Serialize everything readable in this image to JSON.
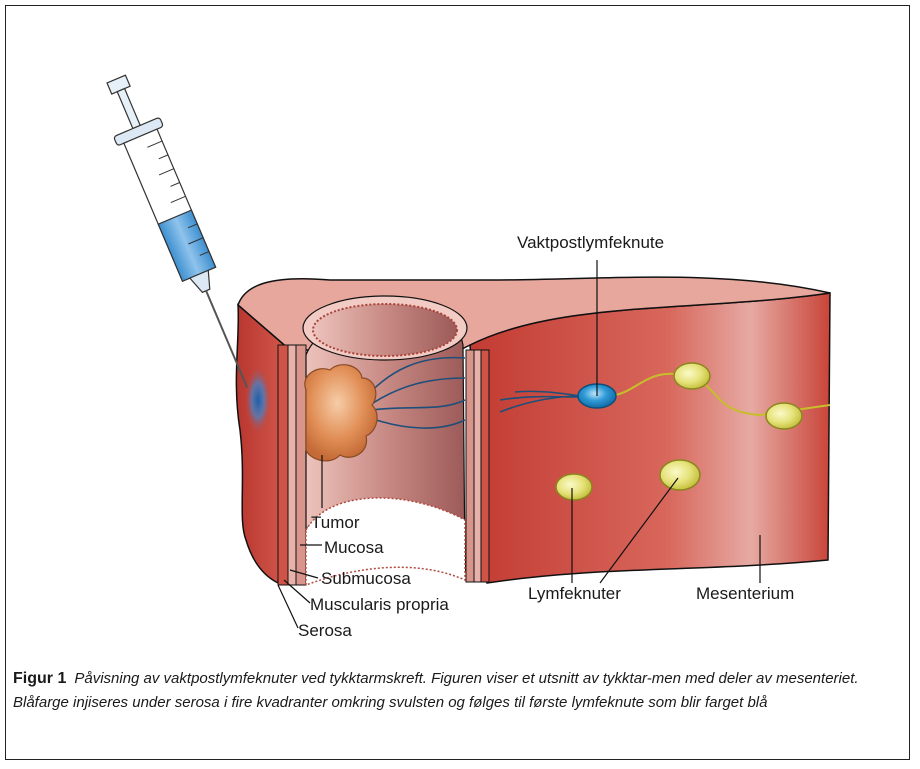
{
  "labels": {
    "sentinel_node": "Vaktpostlymfeknute",
    "tumor": "Tumor",
    "mucosa": "Mucosa",
    "submucosa": "Submucosa",
    "muscularis": "Muscularis propria",
    "serosa": "Serosa",
    "lymph_nodes": "Lymfeknuter",
    "mesenterium": "Mesenterium"
  },
  "caption": {
    "label": "Figur 1",
    "text": "Påvisning av vaktpostlymfeknuter ved tykktarmskreft. Figuren viser et utsnitt av tykktar-men med deler av mesenteriet. Blåfarge injiseres under serosa i fire kvadranter omkring svulsten og følges til første lymfeknute som blir farget blå"
  },
  "colors": {
    "serosa_red": "#cc4a3e",
    "mucosa_pink": "#e9b1a8",
    "dye_blue": "#1f7fbf",
    "node_yellow": "#e4e27a",
    "tumor_orange": "#e08a52"
  }
}
